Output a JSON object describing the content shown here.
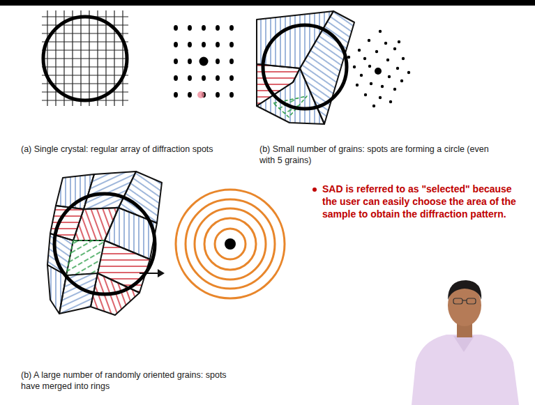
{
  "diagram": {
    "labels": [
      "(a) Single crystal: regular array of diffraction spots",
      "(b) Small number of grains: spots are forming a circle (even with 5 grains)",
      "(b) A large number of randomly oriented grains: spots have merged into rings",
      "SAD is referred to as \"selected\" because the user can easily choose the area of the sample to obtain the diffraction pattern."
    ]
  }
}
